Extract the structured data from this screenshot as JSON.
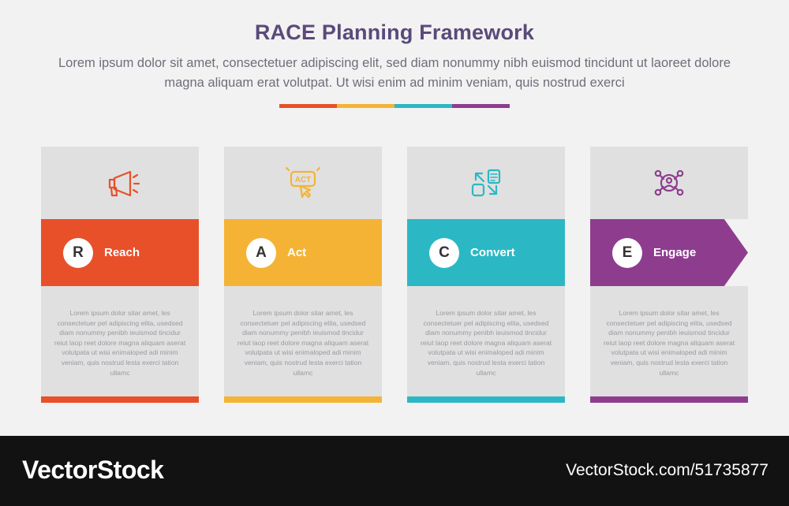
{
  "header": {
    "title": "RACE Planning Framework",
    "subtitle": "Lorem ipsum dolor sit amet, consectetuer adipiscing elit, sed diam nonummy nibh euismod tincidunt ut laoreet dolore magna aliquam erat volutpat. Ut wisi enim ad minim veniam, quis nostrud exerci",
    "rule_colors": [
      "#e8502a",
      "#f5b335",
      "#2bb8c4",
      "#8e3d8e"
    ]
  },
  "cards": [
    {
      "letter": "R",
      "label": "Reach",
      "color": "#e8502a",
      "icon": "megaphone-icon",
      "body": "Lorem ipsum dolor sitar amet, les consectetuer pel adipiscing elita, usedsed diam nonummy penibh ieuismod tincidur reiut laop reet dolore magna aliquam aserat volutpata ut wisi enimaloped adi minim veniam, quis nostrud lesta exerci tation ullamc"
    },
    {
      "letter": "A",
      "label": "Act",
      "color": "#f5b335",
      "icon": "act-click-icon",
      "body": "Lorem ipsum dolor sitar amet, les consectetuer pel adipiscing elita, usedsed diam nonummy penibh ieuismod tincidur reiut laop reet dolore magna aliquam aserat volutpata ut wisi enimaloped adi minim veniam, quis nostrud lesta exerci tation ullamc"
    },
    {
      "letter": "C",
      "label": "Convert",
      "color": "#2bb8c4",
      "icon": "convert-exchange-icon",
      "body": "Lorem ipsum dolor sitar amet, les consectetuer pel adipiscing elita, usedsed diam nonummy penibh ieuismod tincidur reiut laop reet dolore magna aliquam aserat volutpata ut wisi enimaloped adi minim veniam, quis nostrud lesta exerci tation ullamc"
    },
    {
      "letter": "E",
      "label": "Engage",
      "color": "#8e3d8e",
      "icon": "engage-network-icon",
      "body": "Lorem ipsum dolor sitar amet, les consectetuer pel adipiscing elita, usedsed diam nonummy penibh ieuismod tincidur reiut laop reet dolore magna aliquam aserat volutpata ut wisi enimaloped adi minim veniam, quis nostrud lesta exerci tation ullamc"
    }
  ],
  "footer": {
    "brand": "VectorStock",
    "id": "VectorStock.com/51735877"
  }
}
